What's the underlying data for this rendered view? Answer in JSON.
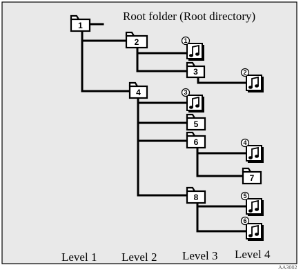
{
  "title": "Root folder (Root directory)",
  "levels": [
    "Level 1",
    "Level 2",
    "Level 3",
    "Level 4"
  ],
  "folders": [
    "1",
    "2",
    "3",
    "4",
    "5",
    "6",
    "7",
    "8"
  ],
  "files": [
    "1",
    "2",
    "3",
    "4",
    "5",
    "6"
  ],
  "figure_code": "AA3002"
}
